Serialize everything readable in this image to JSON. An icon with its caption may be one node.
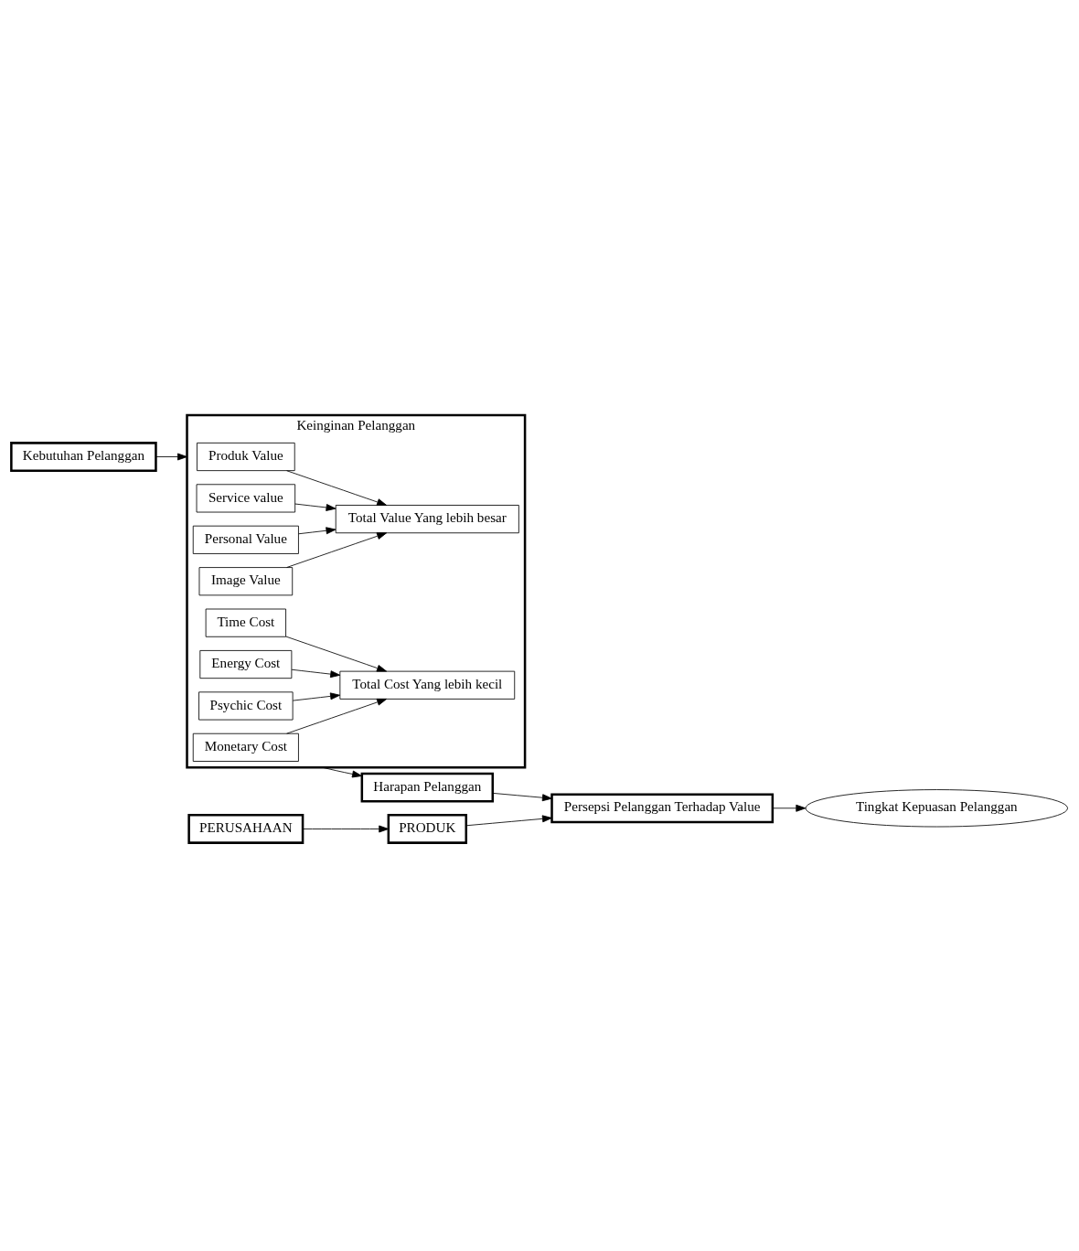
{
  "diagram": {
    "nodes": [
      {
        "text": [
          "Kebutuhan Pelanggan"
        ]
      },
      {
        "text": [
          "Keinginan Pelanggan"
        ]
      },
      {
        "text": [
          "Produk Value"
        ],
        "in": 1
      },
      {
        "text": [
          "Service value"
        ],
        "in": 1
      },
      {
        "text": [
          "Personal Value"
        ],
        "in": 1
      },
      {
        "text": [
          "Image Value"
        ],
        "in": 1
      },
      {
        "text": [
          "Total Value Yang lebih besar"
        ],
        "in": 1
      },
      {
        "text": [
          "Monetary Cost"
        ],
        "in": 1
      },
      {
        "text": [
          "Time Cost"
        ],
        "in": 1
      },
      {
        "text": [
          "Energy Cost"
        ],
        "in": 1
      },
      {
        "text": [
          "Psychic Cost"
        ],
        "in": 1
      },
      {
        "text": [
          "Total Cost Yang lebih kecil"
        ],
        "in": 1
      },
      {
        "text": [
          "Harapan Pelanggan"
        ]
      },
      {
        "text": [
          "Persepsi Pelanggan Terhadap Value"
        ]
      },
      {
        "text": [
          "Tingkat Kepuasan Pelanggan"
        ]
      },
      {
        "text": [
          "PERUSAHAAN"
        ]
      },
      {
        "text": [
          "PRODUK"
        ]
      }
    ],
    "edges": [
      {
        "from": 0,
        "to": 1,
        "arrow": "to"
      },
      {
        "from": 2,
        "to": 6,
        "arrow": "to"
      },
      {
        "from": 3,
        "to": 6,
        "arrow": "to"
      },
      {
        "from": 4,
        "to": 6,
        "arrow": "to"
      },
      {
        "from": 5,
        "to": 6,
        "arrow": "to"
      },
      {
        "from": 7,
        "to": 11,
        "arrow": "to"
      },
      {
        "from": 8,
        "to": 11,
        "arrow": "to"
      },
      {
        "from": 9,
        "to": 11,
        "arrow": "to"
      },
      {
        "from": 10,
        "to": 11,
        "arrow": "to"
      },
      {
        "from": 1,
        "to": 12,
        "arrow": "to"
      },
      {
        "from": 12,
        "to": 13,
        "arrow": "to"
      },
      {
        "from": 13,
        "to": 14,
        "arrow": "to"
      },
      {
        "from": 15,
        "to": 16,
        "arrow": "to"
      },
      {
        "from": 16,
        "to": 13,
        "arrow": "to"
      }
    ]
  }
}
